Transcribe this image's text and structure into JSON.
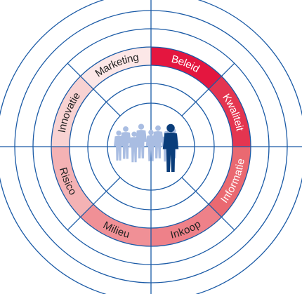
{
  "diagram": {
    "segments": [
      {
        "label": "Beleid",
        "fill": "#e4163f",
        "text_color": "#ffffff"
      },
      {
        "label": "Kwaliteit",
        "fill": "#e43550",
        "text_color": "#ffffff"
      },
      {
        "label": "Informatie",
        "fill": "#ea6971",
        "text_color": "#ffffff"
      },
      {
        "label": "Inkoop",
        "fill": "#ee8189",
        "text_color": "#222222"
      },
      {
        "label": "Milieu",
        "fill": "#f09096",
        "text_color": "#222222"
      },
      {
        "label": "Risico",
        "fill": "#f4b2b4",
        "text_color": "#222222"
      },
      {
        "label": "Innovatie",
        "fill": "#f8d2d2",
        "text_color": "#222222"
      },
      {
        "label": "Marketing",
        "fill": "#fce7e7",
        "text_color": "#222222"
      }
    ],
    "ring_color": "#1a5aa6",
    "people_color": "#a9bde2",
    "leader_color": "#0a3d7a"
  }
}
